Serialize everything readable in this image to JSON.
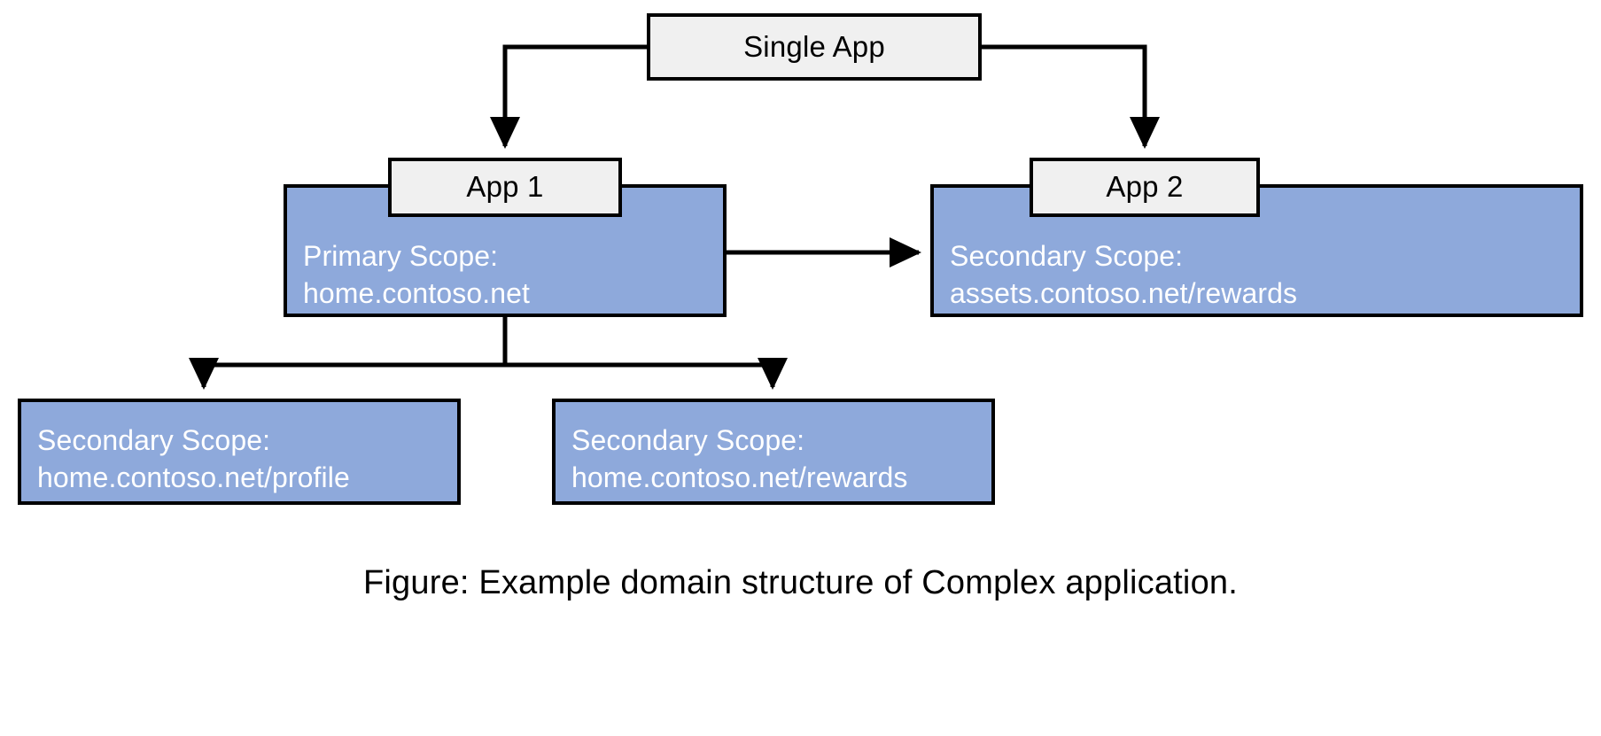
{
  "figure": {
    "caption": "Figure: Example domain structure of Complex application.",
    "colors": {
      "scope_fill": "#8EA9DB",
      "app_fill": "#F0F0F0",
      "stroke": "#000000",
      "scope_text": "#FFFFFF",
      "app_text": "#000000",
      "background": "#FFFFFF"
    }
  },
  "nodes": {
    "single_app": {
      "label": "Single App"
    },
    "app1": {
      "label": "App 1"
    },
    "app2": {
      "label": "App 2"
    },
    "primary_scope": {
      "line1": "Primary Scope:",
      "line2": "home.contoso.net"
    },
    "app2_scope": {
      "line1": "Secondary Scope:",
      "line2": "assets.contoso.net/rewards"
    },
    "profile_scope": {
      "line1": "Secondary Scope:",
      "line2": "home.contoso.net/profile"
    },
    "rewards_scope": {
      "line1": "Secondary Scope:",
      "line2": "home.contoso.net/rewards"
    }
  },
  "edges": [
    {
      "name": "single-app-to-app1",
      "from": "single_app",
      "to": "app1"
    },
    {
      "name": "single-app-to-app2",
      "from": "single_app",
      "to": "app2"
    },
    {
      "name": "primary-scope-to-app2-scope",
      "from": "primary_scope",
      "to": "app2_scope"
    },
    {
      "name": "primary-scope-to-profile-scope",
      "from": "primary_scope",
      "to": "profile_scope"
    },
    {
      "name": "primary-scope-to-rewards-scope",
      "from": "primary_scope",
      "to": "rewards_scope"
    }
  ]
}
